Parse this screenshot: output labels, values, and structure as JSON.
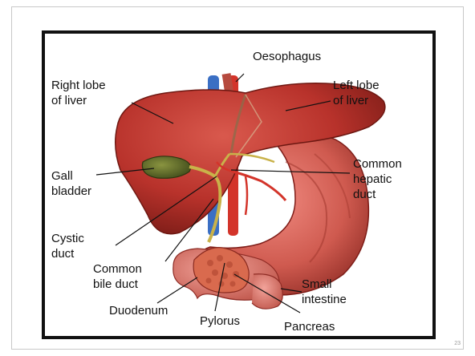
{
  "diagram": {
    "labels": {
      "oesophagus": "Oesophagus",
      "right_lobe_line1": "Right lobe",
      "right_lobe_line2": "of liver",
      "left_lobe_line1": "Left lobe",
      "left_lobe_line2": "of liver",
      "gall_line1": "Gall",
      "gall_line2": "bladder",
      "common_hepatic_line1": "Common",
      "common_hepatic_line2": "hepatic",
      "common_hepatic_line3": "duct",
      "cystic_line1": "Cystic",
      "cystic_line2": "duct",
      "common_bile_line1": "Common",
      "common_bile_line2": "bile duct",
      "duodenum": "Duodenum",
      "pylorus": "Pylorus",
      "pancreas": "Pancreas",
      "small_intestine_line1": "Small",
      "small_intestine_line2": "intestine"
    }
  },
  "slide": {
    "page_number": "23"
  },
  "colors": {
    "liver": "#b8322b",
    "stomach": "#cf5a4f",
    "gallbladder": "#5f6b2a",
    "artery": "#d3342a",
    "vein": "#3a6fc4",
    "duct": "#c9b24a"
  }
}
